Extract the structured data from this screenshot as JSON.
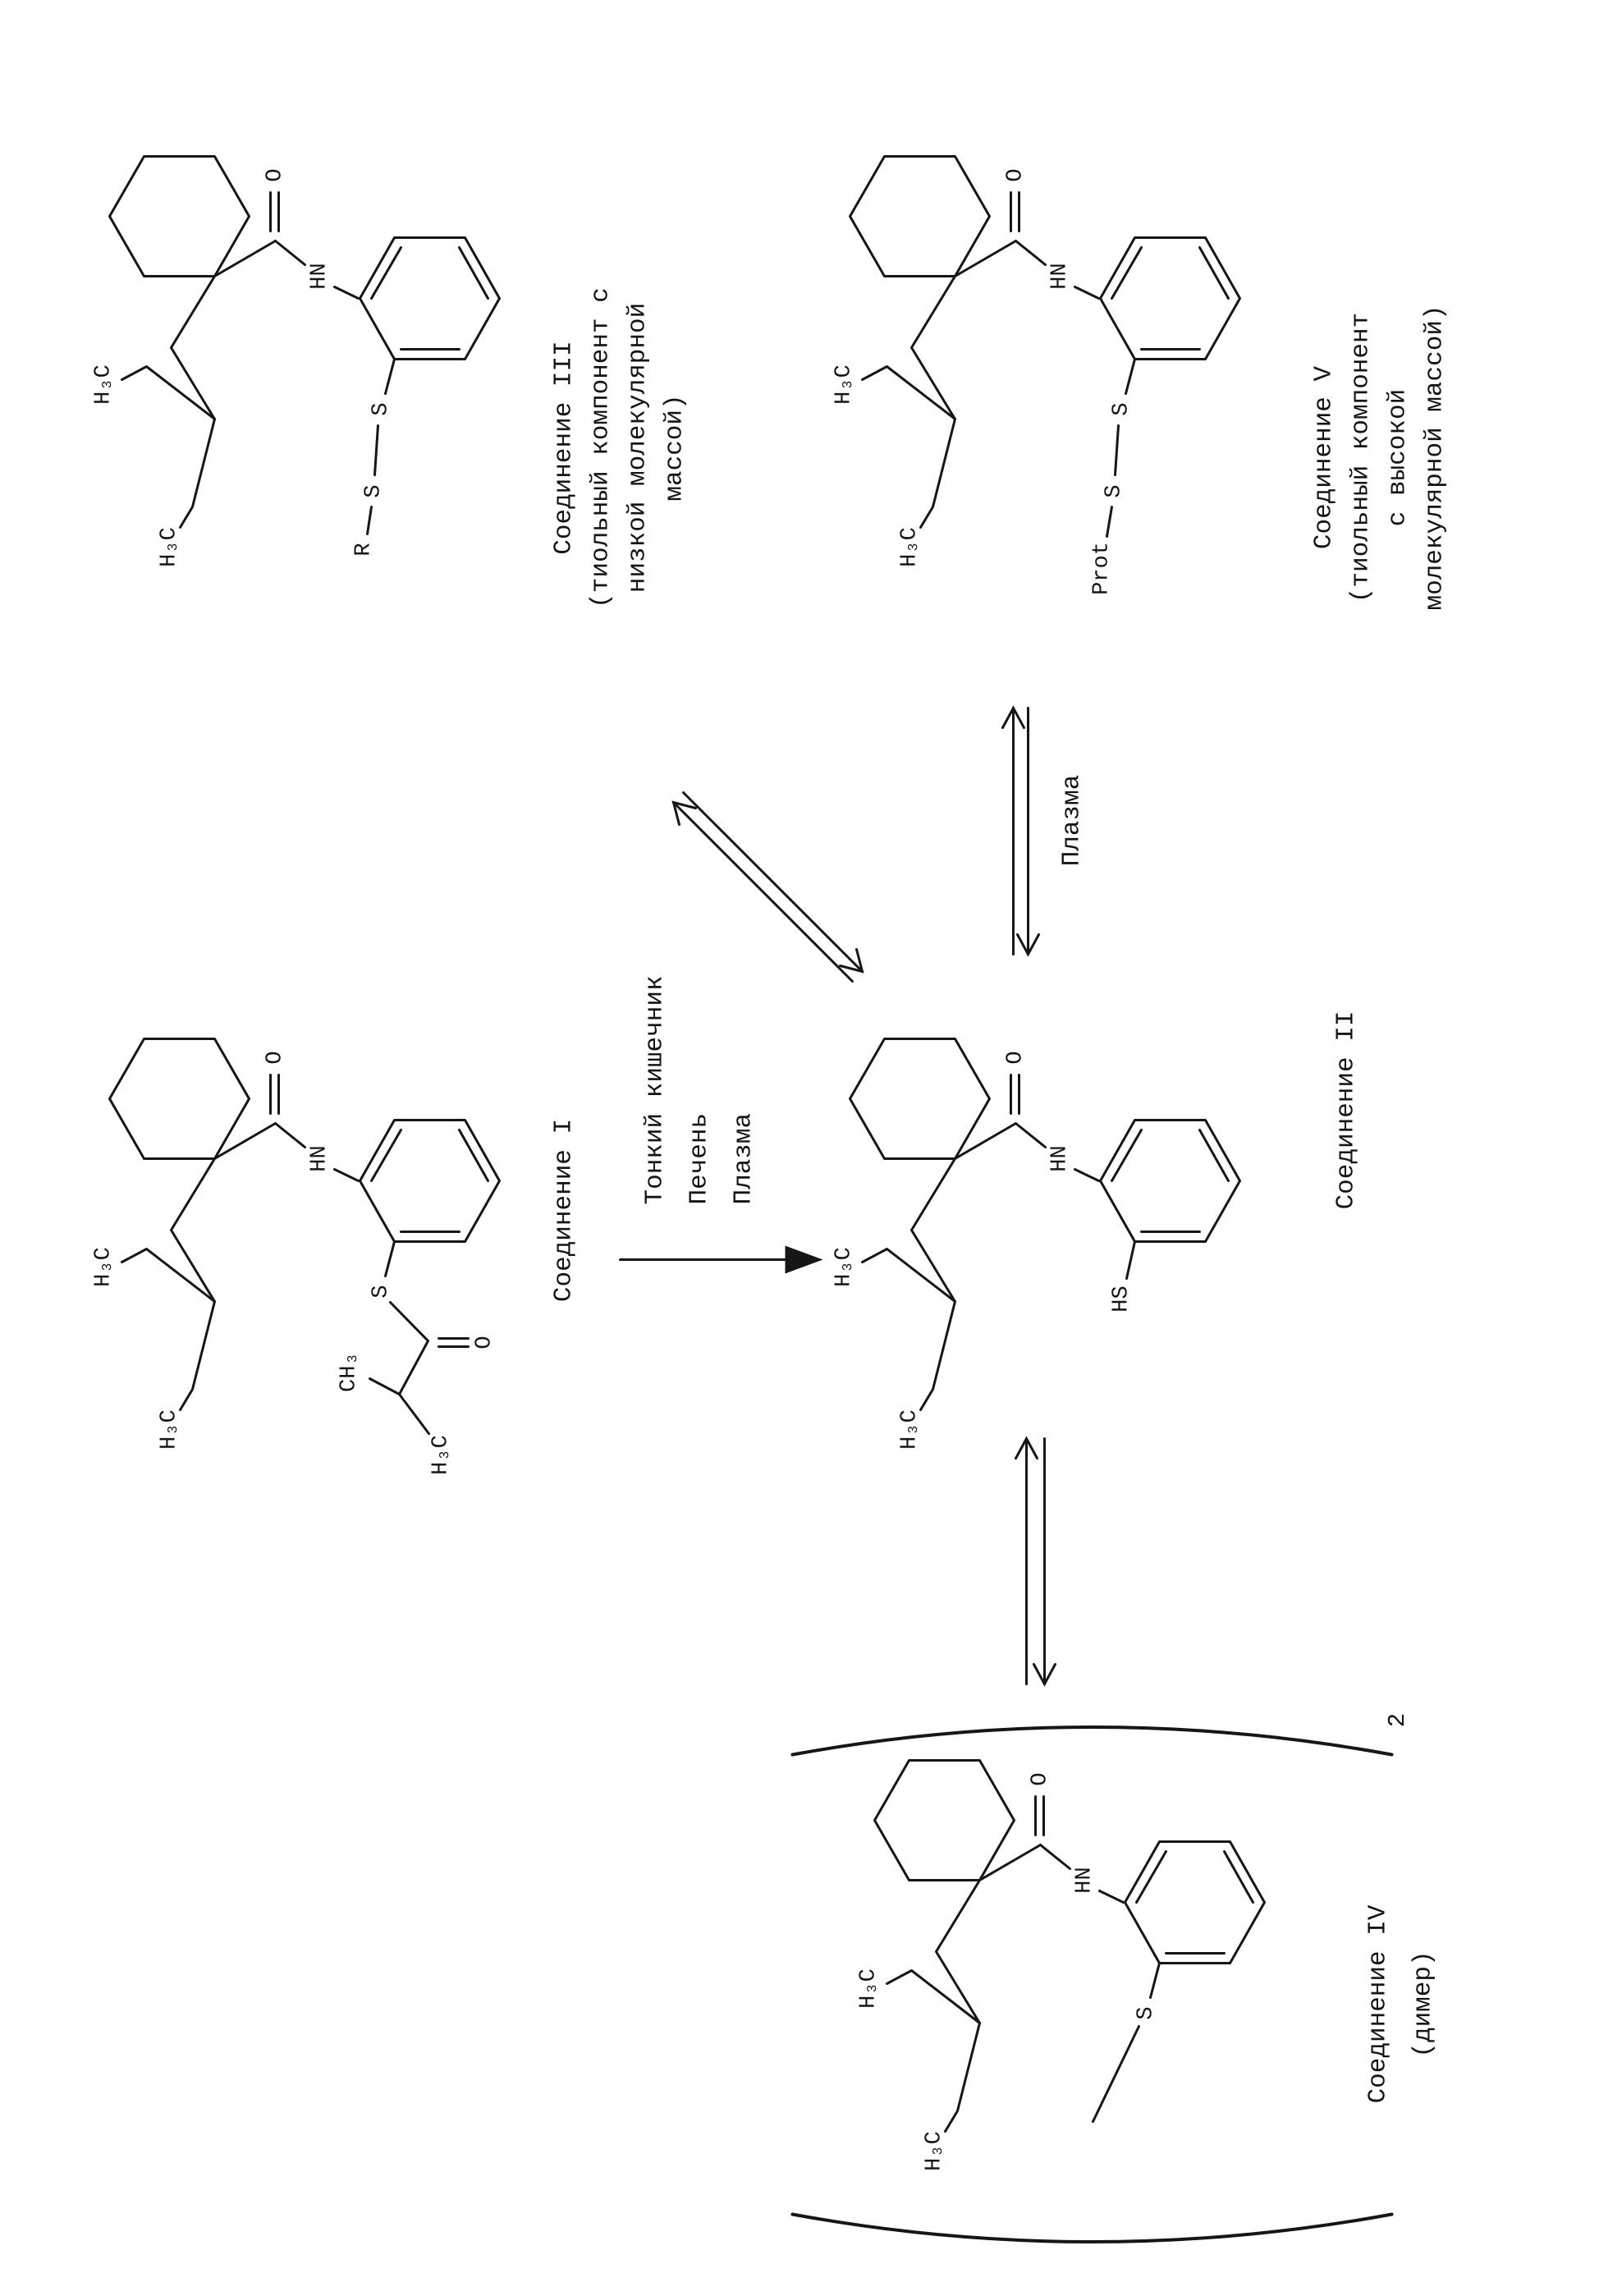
{
  "figure": {
    "compound_i": {
      "label": "Соединение I"
    },
    "compound_ii": {
      "label": "Соединение II"
    },
    "compound_iii": {
      "label_lines": [
        "Соединение III",
        "(тиольный компонент с",
        "низкой молекулярной",
        "массой)"
      ]
    },
    "compound_iv": {
      "label_lines": [
        "Соединение IV",
        "(димер)"
      ],
      "subscript": "2"
    },
    "compound_v": {
      "label_lines": [
        "Соединение V",
        "(тиольный компонент",
        "с высокой",
        "молекулярной массой)"
      ]
    },
    "conversion_arrow": {
      "lines": [
        "Тонкий кишечник",
        "Печень",
        "Плазма"
      ]
    },
    "plasma_equilibrium_label": "Плазма"
  },
  "atoms": {
    "o": "O",
    "hn": "HN",
    "h3c": "H₃C",
    "ch3": "CH₃",
    "s": "S",
    "hs": "HS",
    "r": "R",
    "prot": "Prot"
  },
  "colors": {
    "ink": "#161616",
    "paper": "#ffffff"
  }
}
